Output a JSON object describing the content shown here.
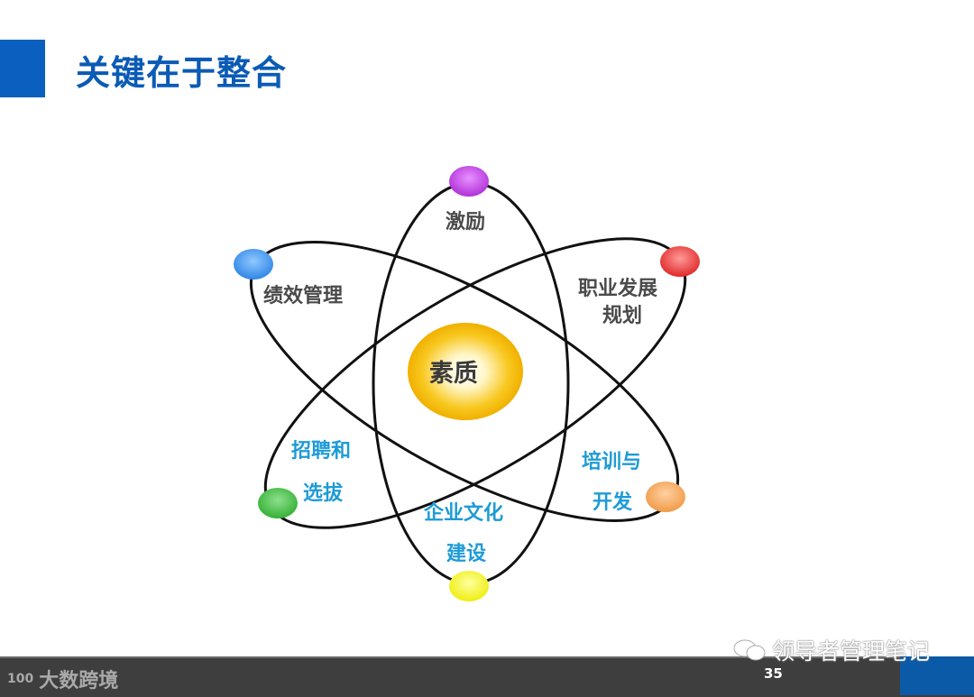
{
  "slide": {
    "title": "关键在于整合",
    "page_number": "35"
  },
  "diagram": {
    "center": {
      "label": "素质",
      "color": "#f5b800"
    },
    "nodes": [
      {
        "id": "motivation",
        "label": "激励",
        "color": "#c040e0",
        "text_color": "#4a4a4a"
      },
      {
        "id": "performance",
        "label": "绩效管理",
        "color": "#3d8fe8",
        "text_color": "#4a4a4a"
      },
      {
        "id": "career",
        "label_line1": "职业发展",
        "label_line2": "规划",
        "color": "#e83030",
        "text_color": "#4a4a4a"
      },
      {
        "id": "recruitment",
        "label_line1": "招聘和",
        "label_line2": "选拔",
        "color": "#3cb83c",
        "text_color": "#1e9bd6"
      },
      {
        "id": "training",
        "label_line1": "培训与",
        "label_line2": "开发",
        "color": "#f0a050",
        "text_color": "#1e9bd6"
      },
      {
        "id": "culture",
        "label_line1": "企业文化",
        "label_line2": "建设",
        "color": "#f0f020",
        "text_color": "#1e9bd6"
      }
    ]
  },
  "footer": {
    "logo_text": "大数跨境",
    "logo_mark": "100",
    "watermark": "领导者管理笔记"
  }
}
